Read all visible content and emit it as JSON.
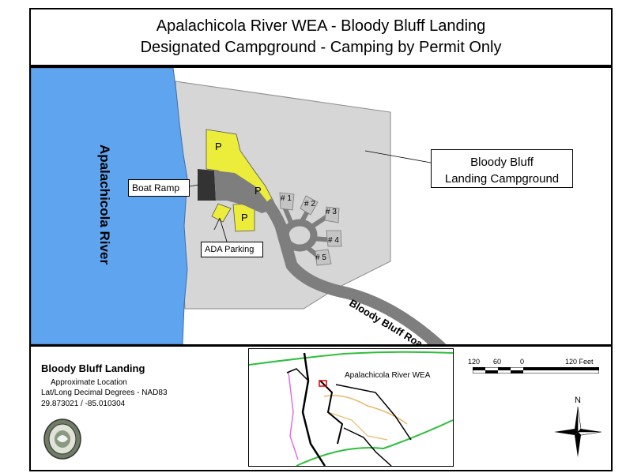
{
  "title": {
    "line1": "Apalachicola River WEA - Bloody Bluff Landing",
    "line2": "Designated Campground - Camping by Permit Only"
  },
  "map": {
    "river_label": "Apalachicola River",
    "campground_label_line1": "Bloody Bluff",
    "campground_label_line2": "Landing Campground",
    "boat_ramp_label": "Boat Ramp",
    "ada_parking_label": "ADA Parking",
    "road_label": "Bloody Bluff Road",
    "parking_marks": [
      "P",
      "P",
      "P"
    ],
    "campsites": [
      "# 1",
      "# 2",
      "# 3",
      "# 4",
      "# 5"
    ],
    "colors": {
      "river": "#5fa4ee",
      "campground": "#d6d6d6",
      "parking": "#ecec3a",
      "road": "#7e7e7e",
      "boat_ramp": "#333333"
    }
  },
  "info": {
    "heading": "Bloody Bluff Landing",
    "approx": "Approximate Location",
    "datum": "Lat/Long Decimal Degrees - NAD83",
    "coords": "29.873021 / -85.010304",
    "seal_icon": "fwc-seal-icon"
  },
  "inset": {
    "label": "Apalachicola River WEA"
  },
  "scale_bar": {
    "labels": [
      "120",
      "60",
      "0",
      "120 Feet"
    ]
  },
  "north_arrow": {
    "label": "N"
  }
}
